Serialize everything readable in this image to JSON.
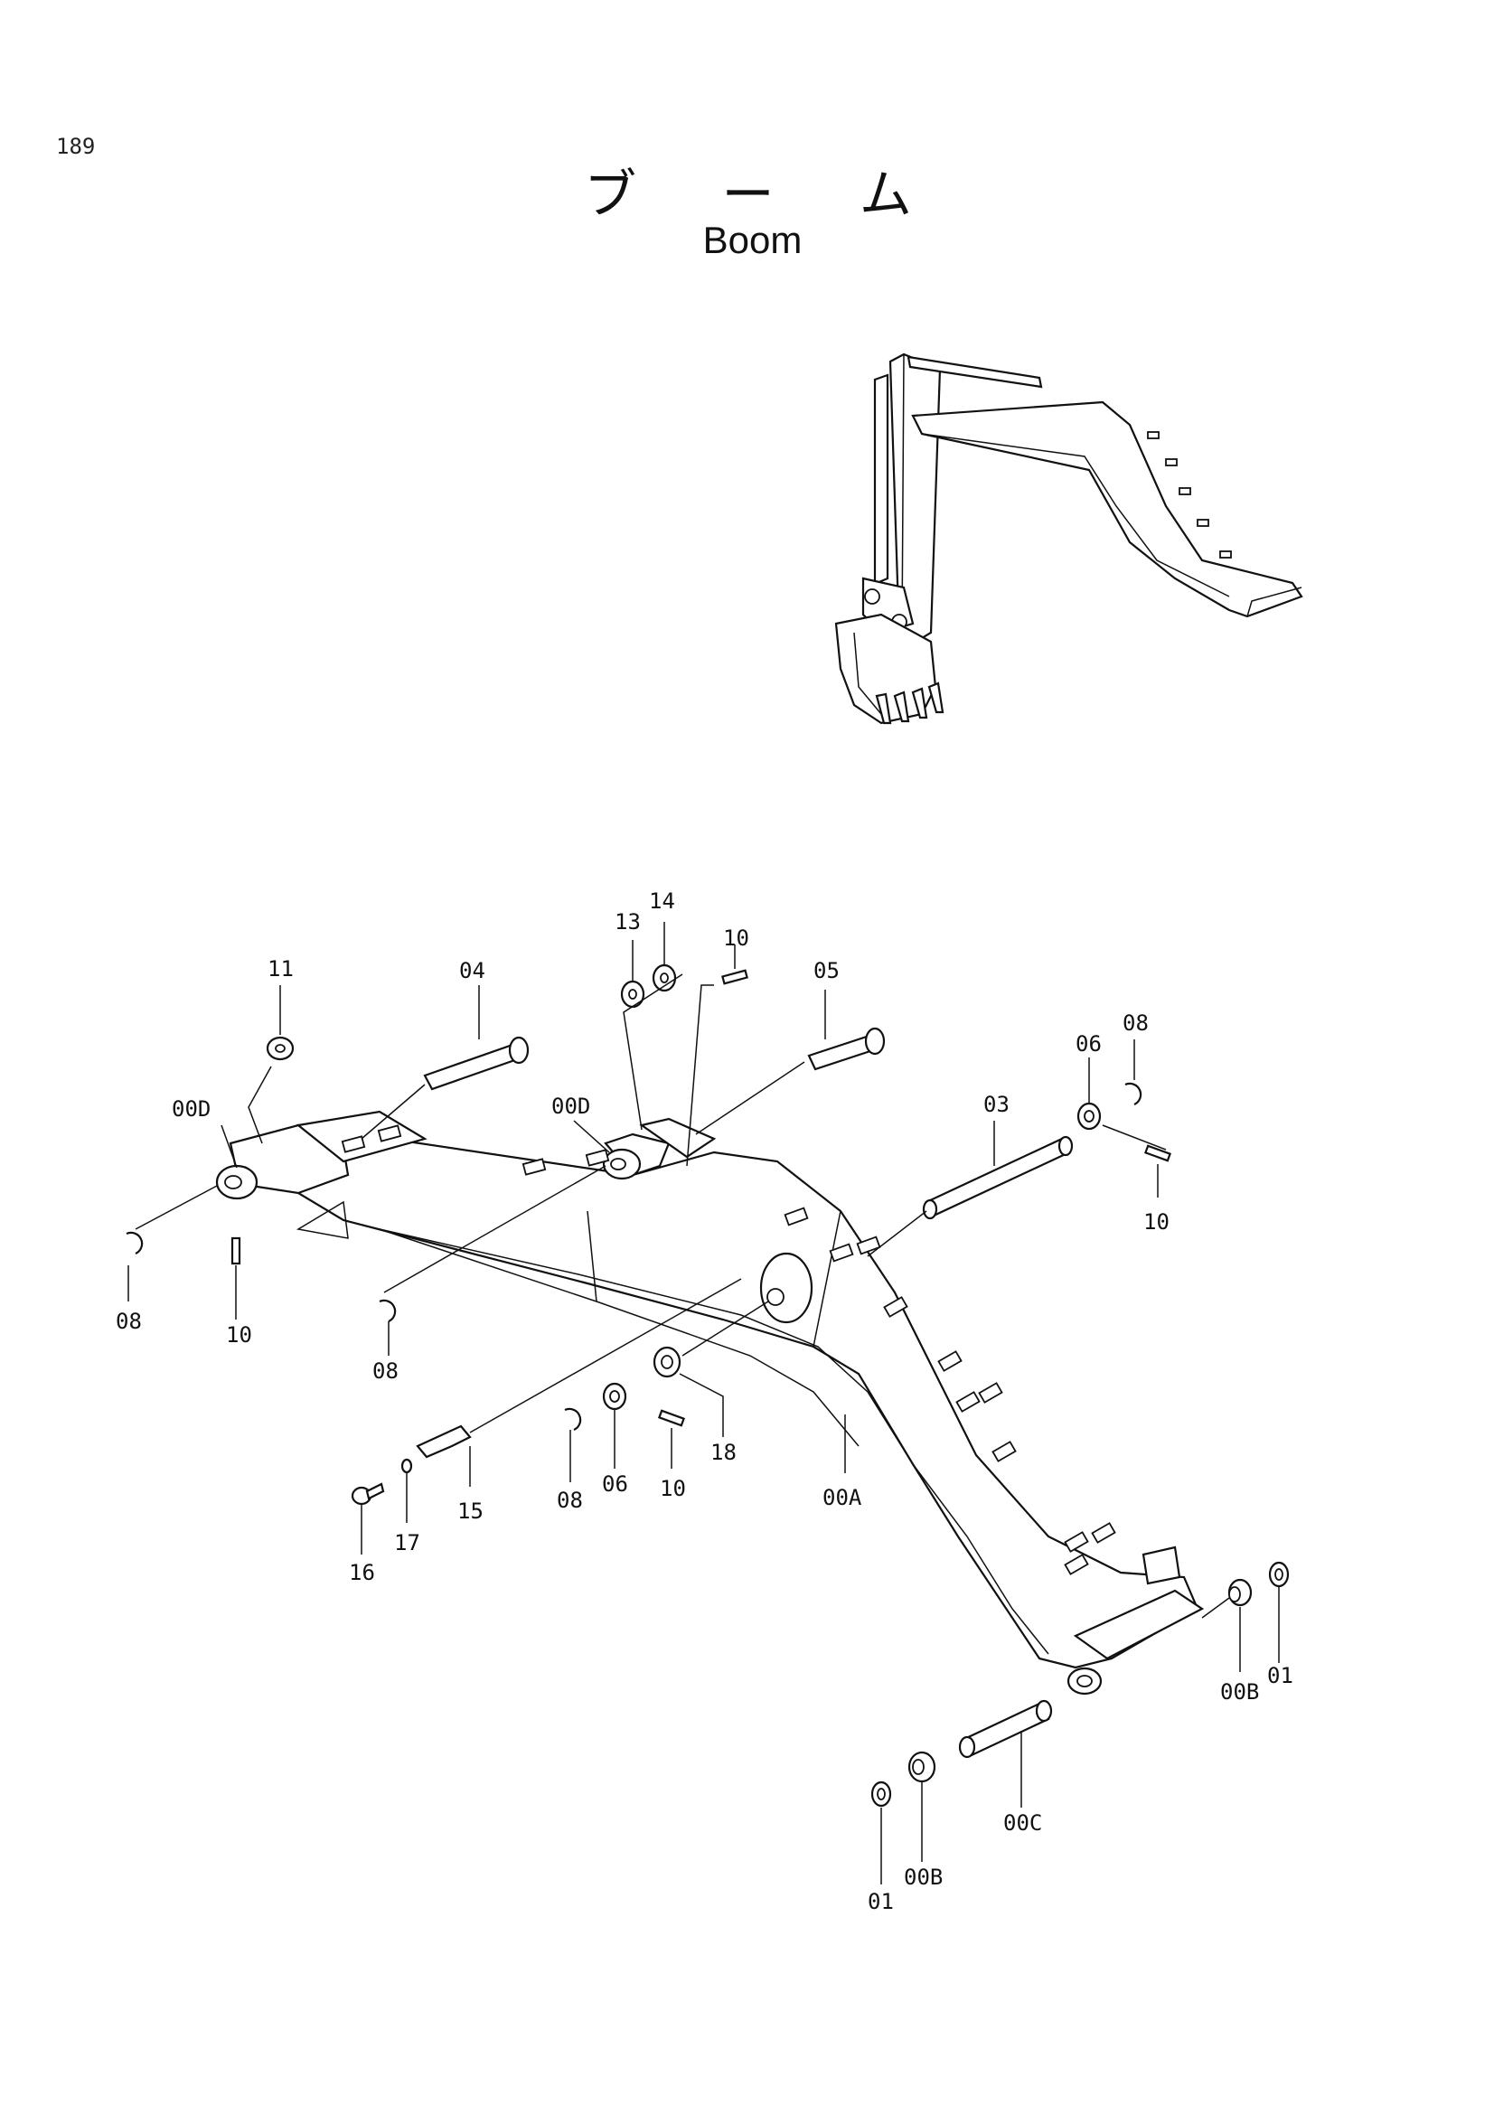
{
  "page_number": "189",
  "title_jp": "ブ ー ム",
  "title_en": "Boom",
  "callouts": {
    "c01a": "01",
    "c01b": "01",
    "c00B_a": "00B",
    "c00B_b": "00B",
    "c00C": "00C",
    "c00A": "00A",
    "c00D_a": "00D",
    "c00D_b": "00D",
    "c03": "03",
    "c04": "04",
    "c05": "05",
    "c06_a": "06",
    "c06_b": "06",
    "c08_a": "08",
    "c08_b": "08",
    "c08_c": "08",
    "c08_d": "08",
    "c10_a": "10",
    "c10_b": "10",
    "c10_c": "10",
    "c10_d": "10",
    "c11": "11",
    "c13": "13",
    "c14": "14",
    "c15": "15",
    "c16": "16",
    "c17": "17",
    "c18": "18"
  }
}
